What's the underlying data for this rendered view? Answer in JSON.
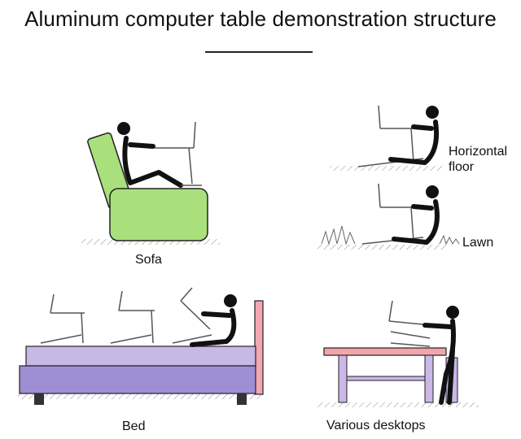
{
  "title": "Aluminum computer table demonstration structure",
  "labels": {
    "sofa": "Sofa",
    "horizontal_floor": [
      "Horizontal",
      "floor"
    ],
    "lawn": "Lawn",
    "bed": "Bed",
    "desktops": "Various desktops"
  },
  "colors": {
    "sofa": "#a9e07c",
    "bed_top": "#c7b9e6",
    "bed_base": "#9e8fd4",
    "headboard": "#f3a7b4",
    "desk": "#f2a5ab",
    "desk_legs": "#cbb7e8",
    "stroke": "#222222"
  }
}
